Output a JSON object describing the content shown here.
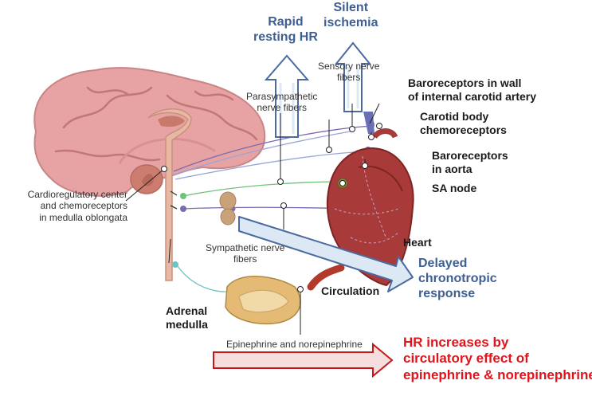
{
  "outcomes": {
    "rapid_resting_hr": [
      "Rapid",
      "resting HR"
    ],
    "silent_ischemia": [
      "Silent",
      "ischemia"
    ],
    "delayed_chronotropic": [
      "Delayed",
      "chronotropic",
      "response"
    ],
    "hr_increase": [
      "HR increases by",
      "circulatory effect of",
      "epinephrine & norepinephrine"
    ]
  },
  "nerves": {
    "sensory": [
      "Sensory nerve",
      "fibers"
    ],
    "parasympathetic": [
      "Parasympathetic",
      "nerve fibers"
    ],
    "sympathetic": [
      "Sympathetic nerve",
      "fibers"
    ]
  },
  "structures": {
    "baroreceptors_carotid": [
      "Baroreceptors in wall",
      "of internal carotid artery"
    ],
    "carotid_body": [
      "Carotid body",
      "chemoreceptors"
    ],
    "baroreceptors_aorta": [
      "Baroreceptors",
      "in aorta"
    ],
    "sa_node": "SA node",
    "heart": "Heart",
    "circulation": "Circulation",
    "adrenal_medulla": [
      "Adrenal",
      "medulla"
    ],
    "cardioregulatory_center": [
      "Cardioregulatory center",
      "and chemoreceptors",
      "in medulla oblongata"
    ],
    "catecholamines": "Epinephrine and norepinephrine"
  },
  "colors": {
    "outcome_blue": "#3f5f92",
    "outcome_red": "#e3131b",
    "arrow_outline": "#4a6aa0",
    "arrow_fill": "#dce8f3",
    "red_arrow_fill": "#f6dede",
    "brain": "#e7a3a3",
    "heart": "#a83a3a",
    "adrenal": "#e4ba74",
    "nerve_purple": "#7b6ab0",
    "nerve_green": "#6fc27a",
    "nerve_blue": "#9aa5d4",
    "nerve_teal": "#6ec4c4"
  }
}
